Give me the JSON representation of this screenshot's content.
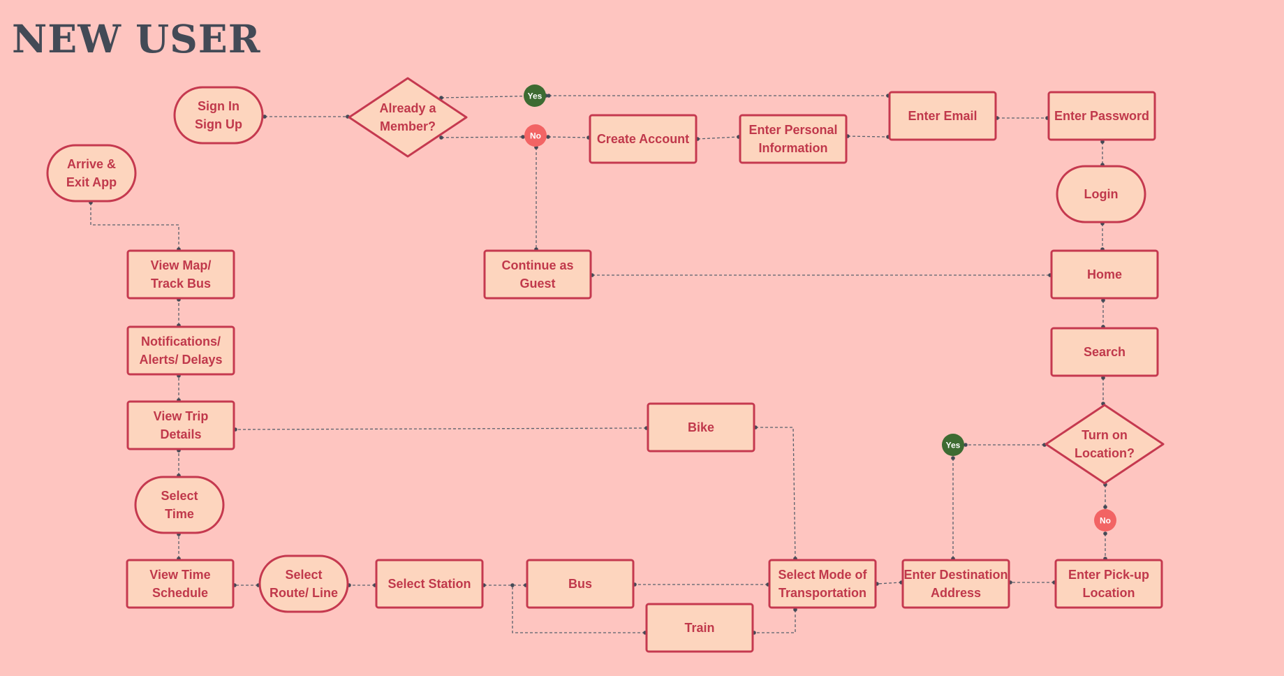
{
  "title": "NEW USER",
  "colors": {
    "background": "#fec5c0",
    "node_fill": "#fdd5be",
    "node_stroke": "#c5394f",
    "node_text": "#c0384b",
    "connector": "#59606b",
    "yes_badge": "#3d6b32",
    "no_badge": "#f26464",
    "title": "#434a56"
  },
  "nodes": {
    "sign_in_up": {
      "shape": "terminal",
      "lines": [
        "Sign In",
        "Sign Up"
      ]
    },
    "already_member": {
      "shape": "decision",
      "lines": [
        "Already a",
        "Member?"
      ]
    },
    "enter_email": {
      "shape": "process",
      "lines": [
        "Enter Email"
      ]
    },
    "enter_password": {
      "shape": "process",
      "lines": [
        "Enter Password"
      ]
    },
    "create_account": {
      "shape": "process",
      "lines": [
        "Create Account"
      ]
    },
    "enter_personal_info": {
      "shape": "process",
      "lines": [
        "Enter Personal",
        "Information"
      ]
    },
    "login": {
      "shape": "terminal",
      "lines": [
        "Login"
      ]
    },
    "arrive_exit": {
      "shape": "terminal",
      "lines": [
        "Arrive &",
        "Exit App"
      ]
    },
    "view_map": {
      "shape": "process",
      "lines": [
        "View Map/",
        "Track Bus"
      ]
    },
    "continue_guest": {
      "shape": "process",
      "lines": [
        "Continue as",
        "Guest"
      ]
    },
    "home": {
      "shape": "process",
      "lines": [
        "Home"
      ]
    },
    "notifications": {
      "shape": "process",
      "lines": [
        "Notifications/",
        "Alerts/ Delays"
      ]
    },
    "search": {
      "shape": "process",
      "lines": [
        "Search"
      ]
    },
    "view_trip": {
      "shape": "process",
      "lines": [
        "View Trip",
        "Details"
      ]
    },
    "bike": {
      "shape": "process",
      "lines": [
        "Bike"
      ]
    },
    "turn_on_location": {
      "shape": "decision",
      "lines": [
        "Turn on",
        "Location?"
      ]
    },
    "select_time": {
      "shape": "terminal",
      "lines": [
        "Select",
        "Time"
      ]
    },
    "view_time_schedule": {
      "shape": "process",
      "lines": [
        "View Time",
        "Schedule"
      ]
    },
    "select_route": {
      "shape": "terminal",
      "lines": [
        "Select",
        "Route/ Line"
      ]
    },
    "select_station": {
      "shape": "process",
      "lines": [
        "Select Station"
      ]
    },
    "bus": {
      "shape": "process",
      "lines": [
        "Bus"
      ]
    },
    "select_mode": {
      "shape": "process",
      "lines": [
        "Select Mode of",
        "Transportation"
      ]
    },
    "enter_destination": {
      "shape": "process",
      "lines": [
        "Enter Destination",
        "Address"
      ]
    },
    "enter_pickup": {
      "shape": "process",
      "lines": [
        "Enter Pick-up",
        "Location"
      ]
    },
    "train": {
      "shape": "process",
      "lines": [
        "Train"
      ]
    }
  },
  "badges": {
    "member_yes": "Yes",
    "member_no": "No",
    "location_yes": "Yes",
    "location_no": "No"
  }
}
